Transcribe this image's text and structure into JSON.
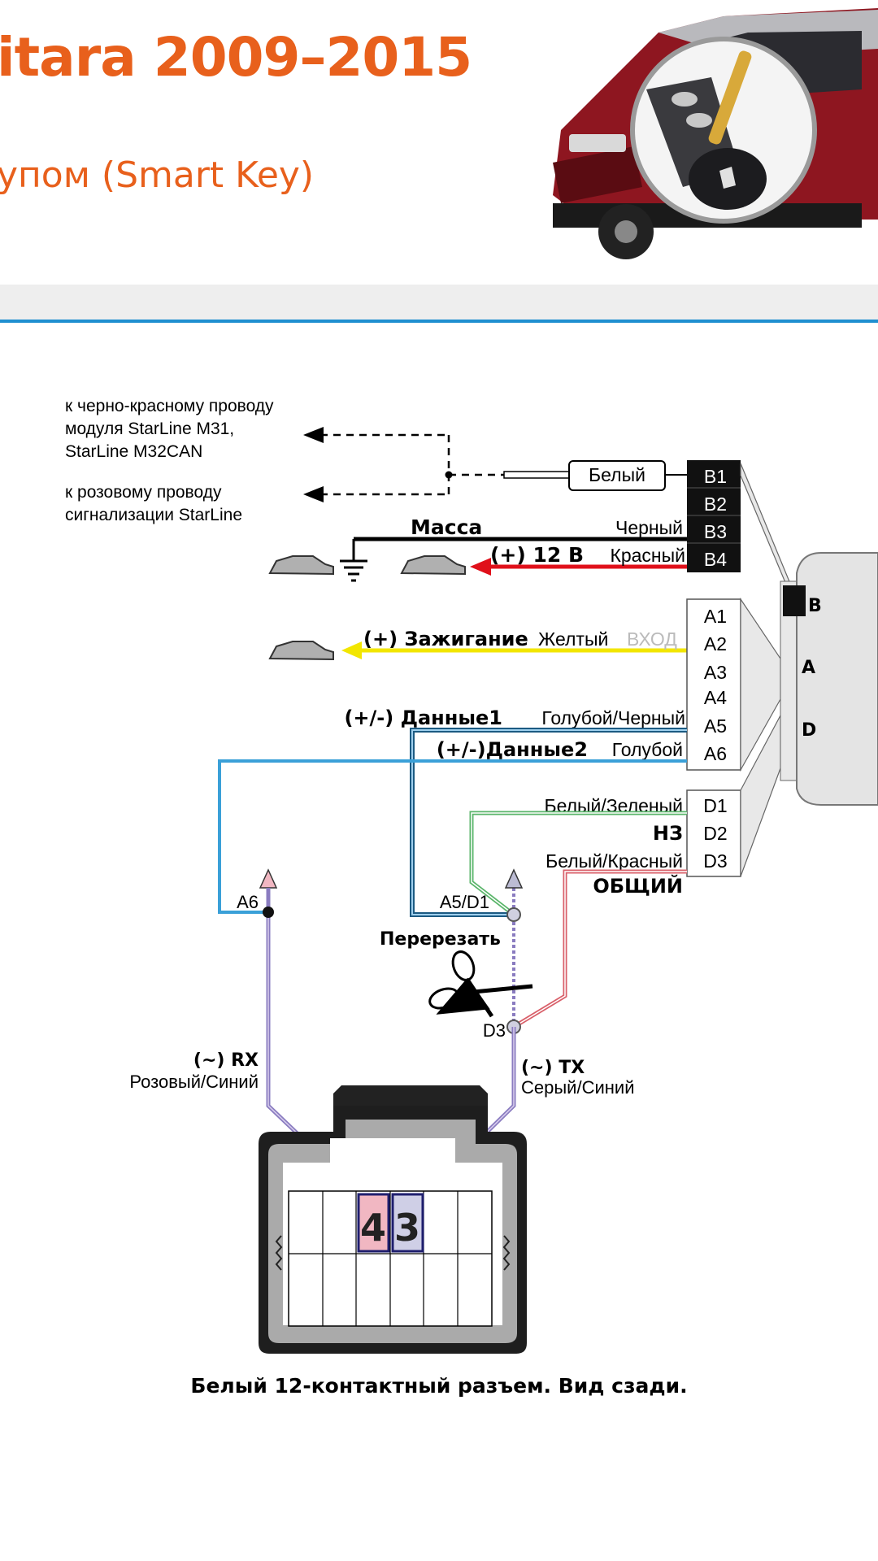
{
  "header": {
    "title": "itara 2009–2015",
    "subtitle": "упом (Smart Key)"
  },
  "notes": {
    "top_line1": "к черно-красному проводу",
    "top_line2": "модуля StarLine M31,",
    "top_line3": "StarLine M32CAN",
    "bottom_line1": "к розовому проводу",
    "bottom_line2": "сигнализации StarLine"
  },
  "wires": {
    "white_label": "Белый",
    "massa": "Масса",
    "black": "Черный",
    "plus12": "(+) 12 В",
    "red": "Красный",
    "ignition": "(+) Зажигание",
    "yellow": "Желтый",
    "vhod": "ВХОД",
    "data1": "(+/-) Данные1",
    "blue_black": "Голубой/Черный",
    "data2": "(+/-)Данные2",
    "blue": "Голубой",
    "white_green": "Белый/Зеленый",
    "nz": "НЗ",
    "white_red": "Белый/Красный",
    "common": "ОБЩИЙ"
  },
  "connector_b": [
    "B1",
    "B2",
    "B3",
    "B4"
  ],
  "connector_a": [
    "A1",
    "A2",
    "A3",
    "A4",
    "A5",
    "A6"
  ],
  "connector_d": [
    "D1",
    "D2",
    "D3"
  ],
  "module_labels": {
    "b": "B",
    "a": "A",
    "d": "D"
  },
  "points": {
    "a6": "A6",
    "a5d1": "A5/D1",
    "cut": "Перерезать",
    "d3": "D3"
  },
  "rx": {
    "label": "(~) RX",
    "color": "Розовый/Синий"
  },
  "tx": {
    "label": "(~) TX",
    "color": "Серый/Синий"
  },
  "pins": {
    "left": "4",
    "right": "3"
  },
  "caption": "Белый 12-контактный разъем. Вид сзади.",
  "colors": {
    "title": "#e8601c",
    "rule": "#1f8fd0",
    "red_wire": "#e0101a",
    "yellow_wire": "#f2e600",
    "blue_wire": "#3aa0d8",
    "navy_wire": "#1c5a82",
    "green_wire": "#5ab56a",
    "purple_wire": "#8a7cc0",
    "pink_pin": "#f1b7c2"
  }
}
